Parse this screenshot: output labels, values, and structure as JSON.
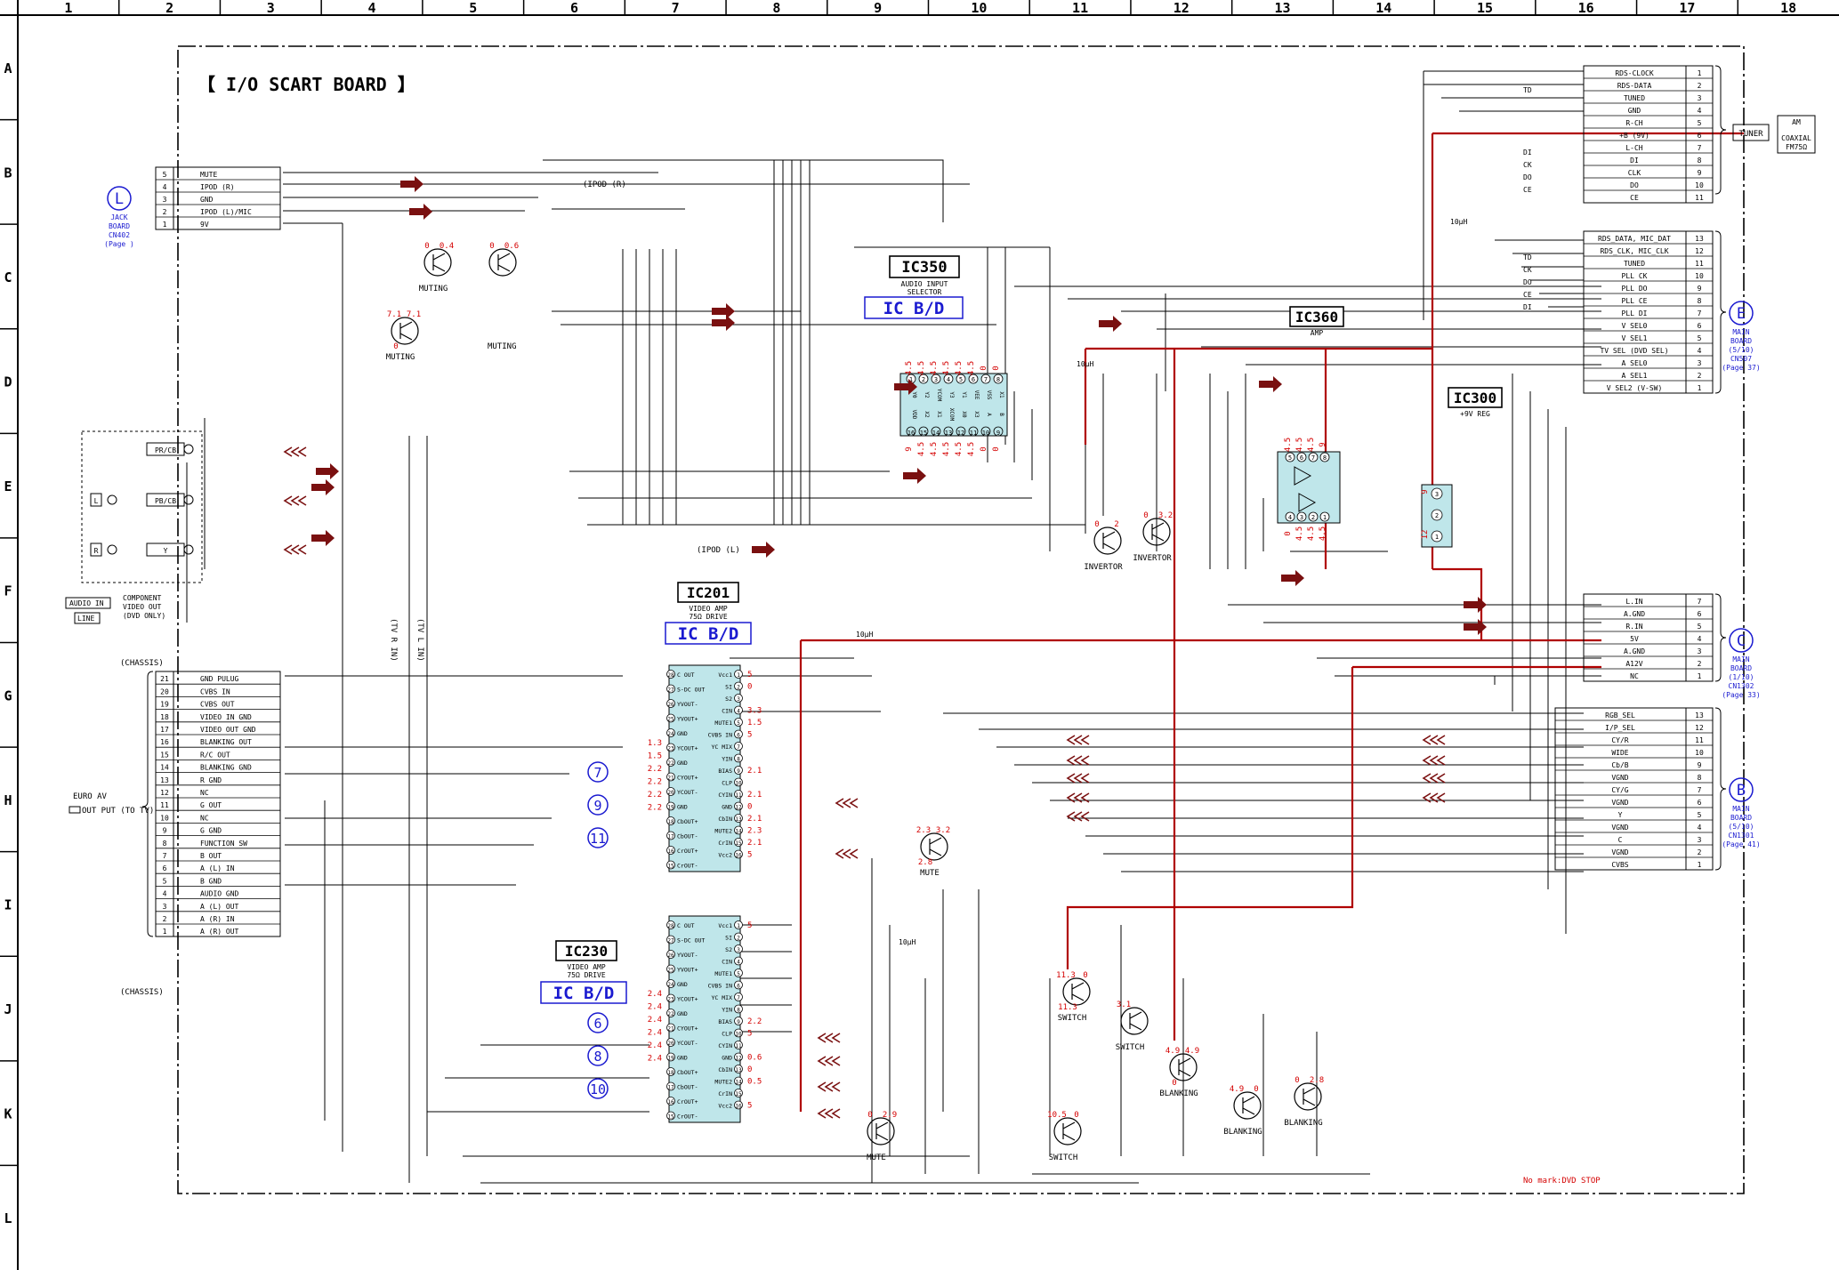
{
  "title": "【 I/O SCART BOARD 】",
  "grid": {
    "columns": [
      "1",
      "2",
      "3",
      "4",
      "5",
      "6",
      "7",
      "8",
      "9",
      "10",
      "11",
      "12",
      "13",
      "14",
      "15",
      "16",
      "17",
      "18"
    ],
    "rows": [
      "A",
      "B",
      "C",
      "D",
      "E",
      "F",
      "G",
      "H",
      "I",
      "J",
      "K",
      "L"
    ]
  },
  "colors": {
    "line": "#000000",
    "power": "#b00000",
    "ic_fill": "#bfe6ea",
    "voltage": "#d40000",
    "ref": "#1a1ad0",
    "arrow": "#7a1010"
  },
  "board_refs": {
    "L": {
      "letter": "L",
      "lines": [
        "JACK",
        "BOARD",
        "CN402",
        "(Page   )"
      ]
    },
    "E": {
      "letter": "E",
      "lines": [
        "MAIN",
        "BOARD",
        "(5/10)",
        "CN507",
        "(Page 37)"
      ]
    },
    "C": {
      "letter": "C",
      "lines": [
        "MAIN",
        "BOARD",
        "(1/10)",
        "CN1302",
        "(Page 33)"
      ]
    },
    "B": {
      "letter": "B",
      "lines": [
        "MAIN",
        "BOARD",
        "(5/10)",
        "CN1301",
        "(Page 41)"
      ]
    }
  },
  "jack_connector": [
    {
      "num": "5",
      "label": "MUTE"
    },
    {
      "num": "4",
      "label": "IPOD (R)"
    },
    {
      "num": "3",
      "label": "GND"
    },
    {
      "num": "2",
      "label": "IPOD (L)/MIC"
    },
    {
      "num": "1",
      "label": "9V"
    }
  ],
  "tuner_connector": [
    {
      "label": "RDS-CLOCK",
      "num": "1"
    },
    {
      "label": "RDS-DATA",
      "num": "2"
    },
    {
      "label": "TUNED",
      "num": "3"
    },
    {
      "label": "GND",
      "num": "4"
    },
    {
      "label": "R-CH",
      "num": "5"
    },
    {
      "label": "+B (9V)",
      "num": "6"
    },
    {
      "label": "L-CH",
      "num": "7"
    },
    {
      "label": "DI",
      "num": "8"
    },
    {
      "label": "CLK",
      "num": "9"
    },
    {
      "label": "DO",
      "num": "10"
    },
    {
      "label": "CE",
      "num": "11"
    }
  ],
  "tuner_side": {
    "tuner": "TUNER",
    "am": "AM",
    "coaxial": "COAXIAL",
    "fm": "FM75Ω"
  },
  "tuner_nets": [
    "TD",
    "DI",
    "CK",
    "DO",
    "CE"
  ],
  "e_connector": [
    {
      "label": "RDS_DATA, MIC_DAT",
      "num": "13"
    },
    {
      "label": "RDS_CLK, MIC_CLK",
      "num": "12"
    },
    {
      "label": "TUNED",
      "num": "11"
    },
    {
      "label": "PLL CK",
      "num": "10"
    },
    {
      "label": "PLL DO",
      "num": "9"
    },
    {
      "label": "PLL CE",
      "num": "8"
    },
    {
      "label": "PLL DI",
      "num": "7"
    },
    {
      "label": "V SEL0",
      "num": "6"
    },
    {
      "label": "V SEL1",
      "num": "5"
    },
    {
      "label": "TV SEL (DVD SEL)",
      "num": "4"
    },
    {
      "label": "A SEL0",
      "num": "3"
    },
    {
      "label": "A SEL1",
      "num": "2"
    },
    {
      "label": "V SEL2 (V-SW)",
      "num": "1"
    }
  ],
  "e_nets": [
    "TD",
    "CK",
    "DO",
    "CE",
    "DI"
  ],
  "c_connector": [
    {
      "label": "L.IN",
      "num": "7"
    },
    {
      "label": "A.GND",
      "num": "6"
    },
    {
      "label": "R.IN",
      "num": "5"
    },
    {
      "label": "5V",
      "num": "4"
    },
    {
      "label": "A.GND",
      "num": "3"
    },
    {
      "label": "A12V",
      "num": "2"
    },
    {
      "label": "NC",
      "num": "1"
    }
  ],
  "b_connector": [
    {
      "label": "RGB_SEL",
      "num": "13"
    },
    {
      "label": "I/P_SEL",
      "num": "12"
    },
    {
      "label": "CY/R",
      "num": "11"
    },
    {
      "label": "WIDE",
      "num": "10"
    },
    {
      "label": "Cb/B",
      "num": "9"
    },
    {
      "label": "VGND",
      "num": "8"
    },
    {
      "label": "CY/G",
      "num": "7"
    },
    {
      "label": "VGND",
      "num": "6"
    },
    {
      "label": "Y",
      "num": "5"
    },
    {
      "label": "VGND",
      "num": "4"
    },
    {
      "label": "C",
      "num": "3"
    },
    {
      "label": "VGND",
      "num": "2"
    },
    {
      "label": "CVBS",
      "num": "1"
    }
  ],
  "scart_connector": [
    {
      "num": "21",
      "label": "GND PULUG"
    },
    {
      "num": "20",
      "label": "CVBS IN"
    },
    {
      "num": "19",
      "label": "CVBS OUT"
    },
    {
      "num": "18",
      "label": "VIDEO IN GND"
    },
    {
      "num": "17",
      "label": "VIDEO OUT GND"
    },
    {
      "num": "16",
      "label": "BLANKING OUT"
    },
    {
      "num": "15",
      "label": "R/C OUT"
    },
    {
      "num": "14",
      "label": "BLANKING GND"
    },
    {
      "num": "13",
      "label": "R GND"
    },
    {
      "num": "12",
      "label": "NC"
    },
    {
      "num": "11",
      "label": "G OUT"
    },
    {
      "num": "10",
      "label": "NC"
    },
    {
      "num": "9",
      "label": "G GND"
    },
    {
      "num": "8",
      "label": "FUNCTION SW"
    },
    {
      "num": "7",
      "label": "B OUT"
    },
    {
      "num": "6",
      "label": "A (L) IN"
    },
    {
      "num": "5",
      "label": "B GND"
    },
    {
      "num": "4",
      "label": "AUDIO GND"
    },
    {
      "num": "3",
      "label": "A (L) OUT"
    },
    {
      "num": "2",
      "label": "A (R) IN"
    },
    {
      "num": "1",
      "label": "A (R) OUT"
    }
  ],
  "euro_av": {
    "line1": "EURO AV",
    "line2": "OUT PUT (TO TV)",
    "chassis_top": "(CHASSIS)",
    "chassis_bottom": "(CHASSIS)"
  },
  "component": {
    "jacks": [
      "PR/CB",
      "PB/CB",
      "Y"
    ],
    "audio_jacks": [
      "L",
      "R"
    ],
    "audio_label": "AUDIO IN",
    "line_label": "LINE",
    "video_label": [
      "COMPONENT",
      "VIDEO OUT",
      "(DVD ONLY)"
    ]
  },
  "ic350": {
    "name": "IC350",
    "desc": [
      "AUDIO INPUT",
      "SELECTOR"
    ],
    "badge": "IC B/D",
    "top_pins": [
      "1",
      "2",
      "3",
      "4",
      "5",
      "6",
      "7",
      "8"
    ],
    "top_names": [
      "Y0",
      "Y2",
      "YCOM",
      "Y3",
      "Y1",
      "VEE",
      "VSS",
      "X1"
    ],
    "bot_pins": [
      "16",
      "15",
      "14",
      "13",
      "12",
      "11",
      "10",
      "9"
    ],
    "bot_names": [
      "VDD",
      "X2",
      "X1",
      "XCOM",
      "X0",
      "X3",
      "A",
      "B"
    ],
    "top_volts": [
      "4.5",
      "4.5",
      "4.5",
      "4.5",
      "4.5",
      "4.5",
      "0",
      "0"
    ],
    "bot_volts": [
      "9",
      "4.5",
      "4.5",
      "4.5",
      "4.5",
      "4.5",
      "0",
      "0"
    ]
  },
  "ic360": {
    "name": "IC360",
    "desc": "AMP",
    "top_pins": [
      "5",
      "6",
      "7",
      "8"
    ],
    "bot_pins": [
      "4",
      "3",
      "2",
      "1"
    ],
    "top_volts": [
      "4.5",
      "4.5",
      "4.5",
      "9"
    ],
    "bot_volts": [
      "0",
      "4.5",
      "4.5",
      "4.5"
    ]
  },
  "ic300": {
    "name": "IC300",
    "desc": "+9V REG",
    "pins": [
      "3",
      "2",
      "1"
    ],
    "volts": [
      "9",
      "",
      "12"
    ]
  },
  "ic201": {
    "name": "IC201",
    "desc": [
      "VIDEO AMP",
      "75Ω DRIVE"
    ],
    "badge": "IC B/D",
    "left_pins": [
      {
        "n": "28",
        "name": "C OUT"
      },
      {
        "n": "27",
        "name": "S-DC OUT"
      },
      {
        "n": "26",
        "name": "YVOUT-"
      },
      {
        "n": "25",
        "name": "YVOUT+"
      },
      {
        "n": "24",
        "name": "GND"
      },
      {
        "n": "23",
        "name": "YCOUT+"
      },
      {
        "n": "22",
        "name": "GND"
      },
      {
        "n": "21",
        "name": "CYOUT+"
      },
      {
        "n": "20",
        "name": "YCOUT-"
      },
      {
        "n": "19",
        "name": "GND"
      },
      {
        "n": "18",
        "name": "CbOUT+"
      },
      {
        "n": "17",
        "name": "CbOUT-"
      },
      {
        "n": "16",
        "name": "CrOUT+"
      },
      {
        "n": "15",
        "name": "CrOUT-"
      }
    ],
    "right_pins": [
      {
        "n": "1",
        "name": "Vcc1"
      },
      {
        "n": "2",
        "name": "SI"
      },
      {
        "n": "3",
        "name": "S2"
      },
      {
        "n": "4",
        "name": "CIN"
      },
      {
        "n": "5",
        "name": "MUTE1"
      },
      {
        "n": "6",
        "name": "CVBS IN"
      },
      {
        "n": "7",
        "name": "YC MIX"
      },
      {
        "n": "8",
        "name": "YIN"
      },
      {
        "n": "9",
        "name": "BIAS"
      },
      {
        "n": "10",
        "name": "CLP"
      },
      {
        "n": "11",
        "name": "CYIN"
      },
      {
        "n": "12",
        "name": "GND"
      },
      {
        "n": "13",
        "name": "CbIN"
      },
      {
        "n": "14",
        "name": "MUTE2"
      },
      {
        "n": "15",
        "name": "CrIN"
      },
      {
        "n": "16",
        "name": "Vcc2"
      }
    ],
    "right_volts": [
      "5",
      "0",
      "",
      "3.3",
      "1.5",
      "5",
      "",
      "",
      "2.1",
      "",
      "2.1",
      "0",
      "2.1",
      "2.3",
      "2.1",
      "5"
    ],
    "left_volts": [
      {
        "pin": "23",
        "v": "1.3"
      },
      {
        "pin": "21",
        "v": "1.5"
      },
      {
        "pin": "19",
        "v": "2.2"
      },
      {
        "pin": "18",
        "v": "2.2"
      },
      {
        "pin": "16",
        "v": "2.2"
      },
      {
        "pin": "15",
        "v": "2.2"
      }
    ],
    "refs": [
      "7",
      "9",
      "11"
    ]
  },
  "ic230": {
    "name": "IC230",
    "desc": [
      "VIDEO AMP",
      "75Ω DRIVE"
    ],
    "badge": "IC B/D",
    "right_volts": [
      "5",
      "",
      "",
      "",
      "",
      "",
      "",
      "",
      "2.2",
      "5",
      "",
      "0.6",
      "0",
      "0.5",
      "",
      "5"
    ],
    "left_volts": [
      {
        "pin": "23",
        "v": "2.4"
      },
      {
        "pin": "21",
        "v": "2.4"
      },
      {
        "pin": "18",
        "v": "2.4"
      },
      {
        "pin": "16",
        "v": "2.4"
      },
      {
        "pin": "15",
        "v": "2.4"
      },
      {
        "pin": "14",
        "v": "2.4"
      }
    ],
    "refs": [
      "6",
      "8",
      "10"
    ]
  },
  "transistors": [
    {
      "label": "MUTING",
      "volts": [
        "0",
        "0.4"
      ]
    },
    {
      "label": "",
      "volts": [
        "0",
        "0.6"
      ]
    },
    {
      "label": "MUTING",
      "volts": [
        "7.1",
        "7.1",
        "0"
      ]
    },
    {
      "label": "INVERTOR",
      "volts": [
        "0",
        "2"
      ]
    },
    {
      "label": "INVERTOR",
      "volts": [
        "0",
        "3.2"
      ]
    },
    {
      "label": "MUTE",
      "volts": [
        "2.3",
        "3.2",
        "2.8"
      ]
    },
    {
      "label": "SWITCH",
      "volts": [
        "11.3",
        "0",
        "11.3"
      ]
    },
    {
      "label": "SWITCH",
      "volts": [
        "3.1"
      ]
    },
    {
      "label": "BLANKING",
      "volts": [
        "4.9",
        "4.9",
        "0"
      ]
    },
    {
      "label": "BLANKING",
      "volts": [
        "4.9",
        "0"
      ]
    },
    {
      "label": "BLANKING",
      "volts": [
        "0",
        "2.8"
      ]
    },
    {
      "label": "SWITCH",
      "volts": [
        "10.5",
        "0"
      ]
    },
    {
      "label": "MUTE",
      "volts": [
        "0",
        "2.9"
      ]
    }
  ],
  "labels": {
    "muting2": "MUTING",
    "ipod_r": "(IPOD (R)",
    "ipod_l": "(IPOD (L)",
    "tv_r": "(TV R IN)",
    "tv_l": "(TV L IN)",
    "coil1": "10μH",
    "coil2": "10μH",
    "coil3": "10μH",
    "coil4": "10μH",
    "note": "No mark:DVD STOP"
  }
}
